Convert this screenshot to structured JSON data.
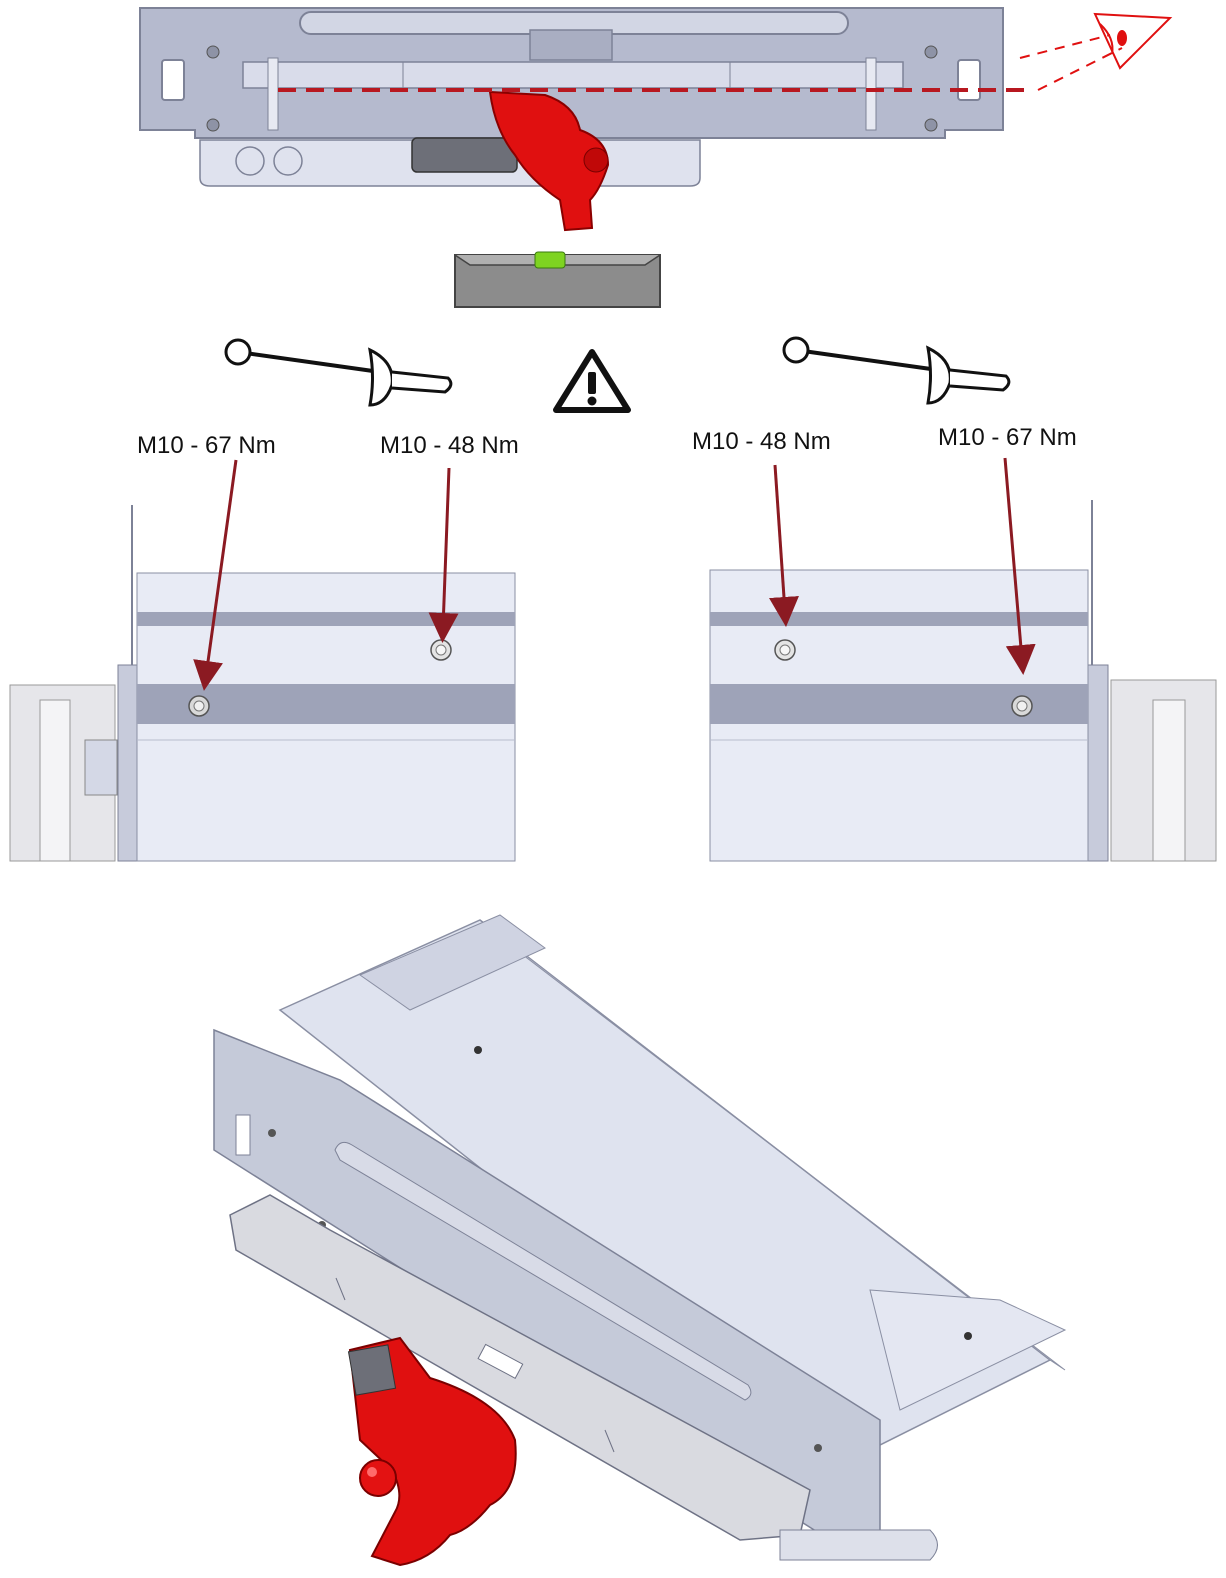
{
  "torque_labels": {
    "left_outer": "M10 - 67 Nm",
    "left_inner": "M10 - 48 Nm",
    "right_inner": "M10 - 48 Nm",
    "right_outer": "M10 - 67 Nm"
  },
  "icons": {
    "warning": "warning-triangle-icon",
    "eye": "eye-icon",
    "torque_wrench": "torque-wrench-icon",
    "spirit_level": "spirit-level-icon"
  },
  "colors": {
    "accent_red": "#e01010",
    "arrow_dark_red": "#8b1a22",
    "panel_blue_grey": "#b7bccf",
    "panel_light": "#e3e6f1",
    "level_green": "#7ed321"
  }
}
